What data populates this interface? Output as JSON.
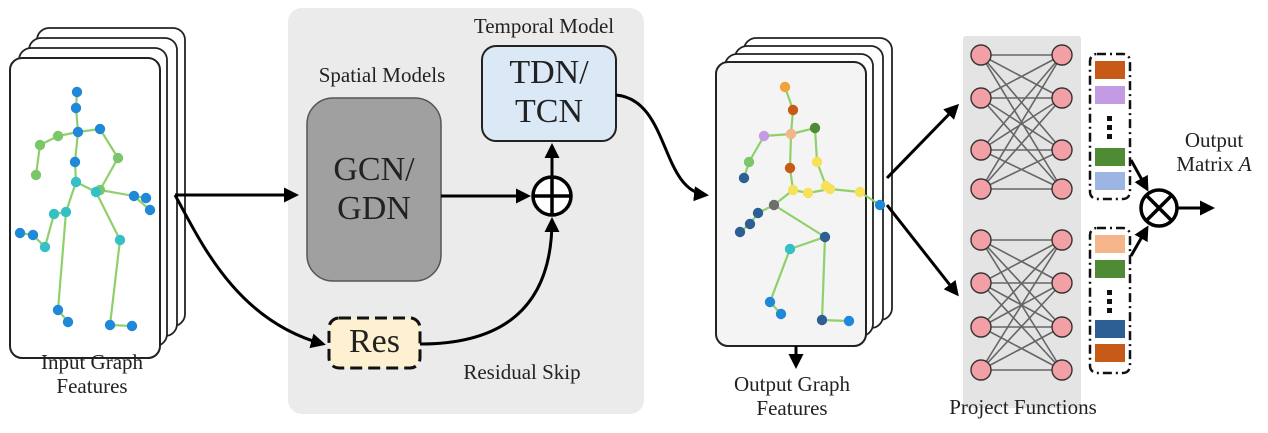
{
  "input_graph": {
    "line1": "Input Graph",
    "line2": "Features"
  },
  "spatial": {
    "title": "Spatial Models",
    "box_line1": "GCN/",
    "box_line2": "GDN"
  },
  "temporal": {
    "title": "Temporal Model",
    "box_line1": "TDN/",
    "box_line2": "TCN"
  },
  "residual": {
    "box": "Res",
    "label": "Residual Skip"
  },
  "output_graph": {
    "line1": "Output Graph",
    "line2": "Features"
  },
  "project": {
    "label": "Project Functions"
  },
  "output_matrix": {
    "line1": "Output",
    "line2": "Matrix ",
    "symbol": "A"
  },
  "colors": {
    "panel_bg": "#ebebeb",
    "gcn_box": "#a0a0a0",
    "tdn_box": "#dbe9f6",
    "res_box": "#fdf1d2",
    "net_bg": "#e4e4e4",
    "node": "#f2a0a6",
    "bone": "#8fd06a",
    "joint_blue": "#1f88d8",
    "joint_cyan": "#34c0c4"
  },
  "vector_colors_top": [
    "#c85a17",
    "#c39be3",
    "#4f8a35",
    "#9db5e2"
  ],
  "vector_colors_bottom": [
    "#f5b48a",
    "#4f8a35",
    "#2e5f94",
    "#c85a17"
  ]
}
